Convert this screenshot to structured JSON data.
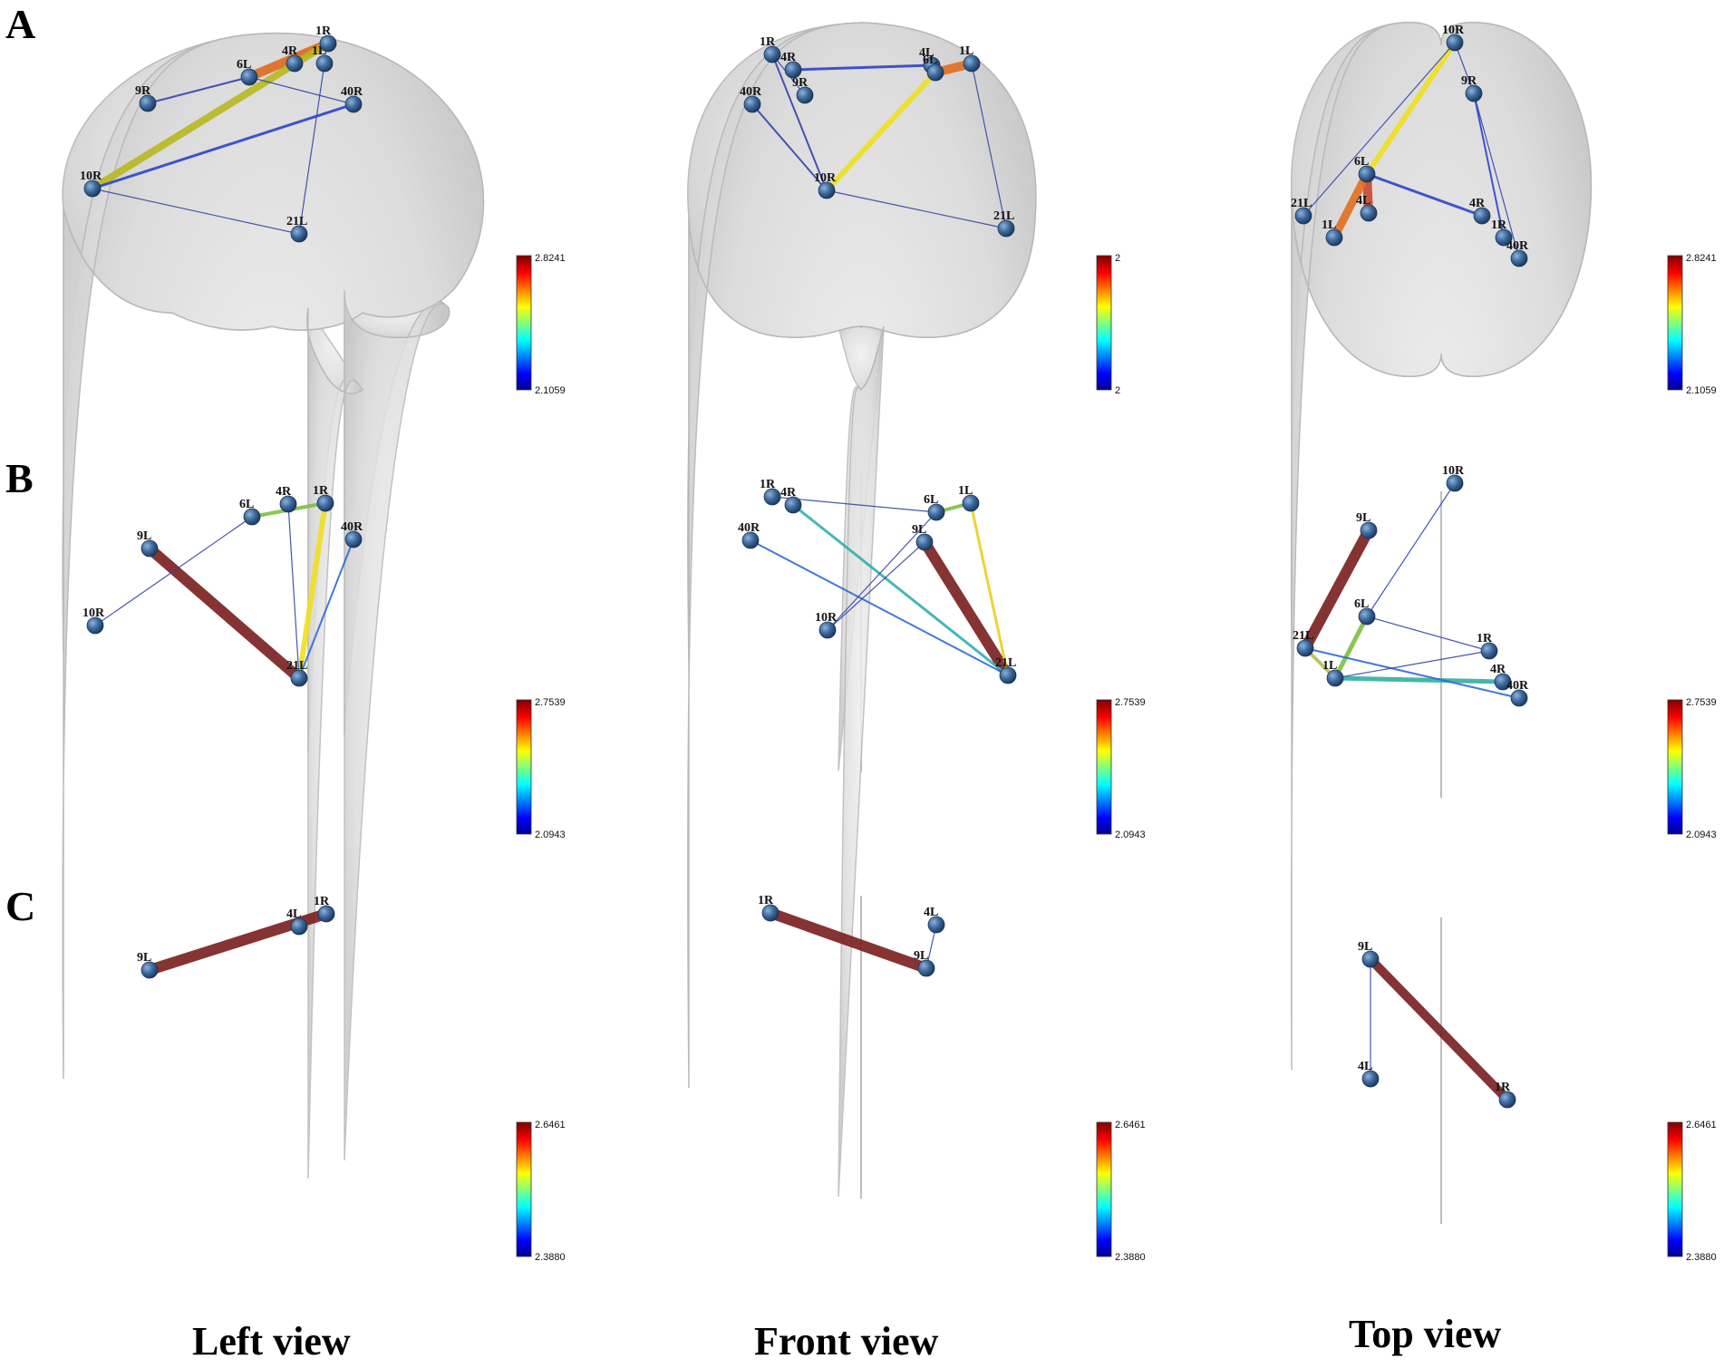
{
  "rows": [
    {
      "letter": "A",
      "colorbars": [
        {
          "max": "2.8241",
          "min": "2.1059"
        },
        {
          "max": "2",
          "min": "2"
        },
        {
          "max": "2.8241",
          "min": "2.1059"
        }
      ],
      "panels": [
        {
          "view": "left",
          "nodes": [
            [
              "9R",
              163,
              114
            ],
            [
              "6L",
              275,
              85
            ],
            [
              "4R",
              325,
              70
            ],
            [
              "1L",
              358,
              70
            ],
            [
              "1R",
              362,
              48
            ],
            [
              "40R",
              390,
              115
            ],
            [
              "10R",
              102,
              208
            ],
            [
              "21L",
              330,
              258
            ]
          ],
          "edges": [
            [
              4,
              1,
              10,
              "#e06a20"
            ],
            [
              4,
              6,
              8,
              "#b9b820"
            ],
            [
              1,
              0,
              2,
              "#3344aa"
            ],
            [
              6,
              5,
              3,
              "#2b45c8"
            ],
            [
              3,
              7,
              1.2,
              "#3344aa"
            ],
            [
              6,
              7,
              1.2,
              "#3344aa"
            ],
            [
              1,
              5,
              1.2,
              "#3344aa"
            ]
          ]
        },
        {
          "view": "front",
          "nodes": [
            [
              "1R",
              852,
              60
            ],
            [
              "4R",
              875,
              77
            ],
            [
              "40R",
              830,
              115
            ],
            [
              "9R",
              888,
              105
            ],
            [
              "4L",
              1028,
              72
            ],
            [
              "6L",
              1032,
              80
            ],
            [
              "1L",
              1072,
              70
            ],
            [
              "10R",
              912,
              210
            ],
            [
              "21L",
              1110,
              252
            ]
          ],
          "edges": [
            [
              5,
              6,
              10,
              "#e07020"
            ],
            [
              7,
              5,
              6,
              "#f0e020"
            ],
            [
              1,
              4,
              3,
              "#2b45c8"
            ],
            [
              0,
              7,
              2,
              "#3344aa"
            ],
            [
              2,
              7,
              2,
              "#3344aa"
            ],
            [
              6,
              8,
              1.2,
              "#3344aa"
            ],
            [
              0,
              3,
              1.2,
              "#3344aa"
            ],
            [
              7,
              8,
              1.2,
              "#3344aa"
            ]
          ]
        },
        {
          "view": "top",
          "nodes": [
            [
              "10R",
              1605,
              47
            ],
            [
              "9R",
              1626,
              103
            ],
            [
              "6L",
              1508,
              192
            ],
            [
              "4L",
              1510,
              235
            ],
            [
              "21L",
              1438,
              238
            ],
            [
              "1L",
              1472,
              262
            ],
            [
              "4R",
              1635,
              238
            ],
            [
              "1R",
              1659,
              262
            ],
            [
              "40R",
              1676,
              285
            ]
          ],
          "edges": [
            [
              2,
              3,
              10,
              "#c84a30"
            ],
            [
              2,
              5,
              9,
              "#e07020"
            ],
            [
              0,
              2,
              6,
              "#f0e020"
            ],
            [
              2,
              6,
              3,
              "#2b45c8"
            ],
            [
              1,
              7,
              2,
              "#2b45c8"
            ],
            [
              0,
              1,
              1.2,
              "#3344aa"
            ],
            [
              1,
              8,
              1.2,
              "#3344aa"
            ],
            [
              4,
              0,
              1.2,
              "#3344aa"
            ]
          ]
        }
      ]
    },
    {
      "letter": "B",
      "colorbars": [
        {
          "max": "2.7539",
          "min": "2.0943"
        },
        {
          "max": "2.7539",
          "min": "2.0943"
        },
        {
          "max": "2.7539",
          "min": "2.0943"
        }
      ],
      "panels": [
        {
          "view": "left",
          "nodes": [
            [
              "6L",
              278,
              570
            ],
            [
              "4R",
              318,
              556
            ],
            [
              "1R",
              359,
              555
            ],
            [
              "9L",
              165,
              605
            ],
            [
              "40R",
              390,
              595
            ],
            [
              "10R",
              105,
              690
            ],
            [
              "21L",
              330,
              748
            ]
          ],
          "edges": [
            [
              3,
              6,
              12,
              "#7a1e1e"
            ],
            [
              2,
              6,
              6,
              "#f0e020"
            ],
            [
              0,
              2,
              4,
              "#7cc040"
            ],
            [
              4,
              6,
              2,
              "#2b6bd8"
            ],
            [
              5,
              0,
              1.2,
              "#3344aa"
            ],
            [
              1,
              6,
              1.2,
              "#3344aa"
            ]
          ]
        },
        {
          "view": "front",
          "nodes": [
            [
              "1R",
              852,
              548
            ],
            [
              "4R",
              875,
              557
            ],
            [
              "6L",
              1033,
              565
            ],
            [
              "1L",
              1071,
              555
            ],
            [
              "40R",
              828,
              596
            ],
            [
              "9L",
              1020,
              598
            ],
            [
              "10R",
              913,
              695
            ],
            [
              "21L",
              1112,
              745
            ]
          ],
          "edges": [
            [
              5,
              7,
              12,
              "#7a1e1e"
            ],
            [
              3,
              7,
              3,
              "#e8d020"
            ],
            [
              1,
              7,
              3,
              "#30b0b0"
            ],
            [
              2,
              3,
              4,
              "#7cc040"
            ],
            [
              4,
              7,
              2,
              "#2b6bd8"
            ],
            [
              0,
              2,
              1.2,
              "#3344aa"
            ],
            [
              6,
              5,
              1.2,
              "#3344aa"
            ],
            [
              6,
              2,
              1.2,
              "#3344aa"
            ]
          ]
        },
        {
          "view": "top",
          "nodes": [
            [
              "10R",
              1605,
              533
            ],
            [
              "9L",
              1510,
              585
            ],
            [
              "6L",
              1508,
              680
            ],
            [
              "21L",
              1440,
              715
            ],
            [
              "1R",
              1643,
              718
            ],
            [
              "1L",
              1473,
              748
            ],
            [
              "4R",
              1658,
              752
            ],
            [
              "40R",
              1676,
              770
            ]
          ],
          "edges": [
            [
              1,
              3,
              12,
              "#7a1e1e"
            ],
            [
              2,
              5,
              5,
              "#7cc040"
            ],
            [
              5,
              6,
              5,
              "#30b0a0"
            ],
            [
              3,
              5,
              4,
              "#b8c050"
            ],
            [
              3,
              7,
              2,
              "#2b6bd8"
            ],
            [
              0,
              2,
              1.2,
              "#3344aa"
            ],
            [
              2,
              4,
              1.2,
              "#3344aa"
            ],
            [
              5,
              4,
              1.2,
              "#3344aa"
            ]
          ]
        }
      ]
    },
    {
      "letter": "C",
      "colorbars": [
        {
          "max": "2.6461",
          "min": "2.3880"
        },
        {
          "max": "2.6461",
          "min": "2.3880"
        },
        {
          "max": "2.6461",
          "min": "2.3880"
        }
      ],
      "panels": [
        {
          "view": "left",
          "nodes": [
            [
              "4L",
              330,
              1022
            ],
            [
              "1R",
              360,
              1008
            ],
            [
              "9L",
              165,
              1070
            ]
          ],
          "edges": [
            [
              2,
              1,
              12,
              "#7a1e1e"
            ]
          ]
        },
        {
          "view": "front",
          "nodes": [
            [
              "1R",
              850,
              1007
            ],
            [
              "4L",
              1033,
              1020
            ],
            [
              "9L",
              1022,
              1068
            ]
          ],
          "edges": [
            [
              0,
              2,
              12,
              "#7a1e1e"
            ],
            [
              1,
              2,
              1.2,
              "#3344aa"
            ]
          ]
        },
        {
          "view": "top",
          "nodes": [
            [
              "9L",
              1512,
              1058
            ],
            [
              "4L",
              1512,
              1190
            ],
            [
              "1R",
              1663,
              1213
            ]
          ],
          "edges": [
            [
              0,
              2,
              10,
              "#7a1e1e"
            ],
            [
              0,
              1,
              1.2,
              "#3344aa"
            ]
          ]
        }
      ]
    }
  ],
  "view_labels": [
    "Left view",
    "Front view",
    "Top view"
  ]
}
